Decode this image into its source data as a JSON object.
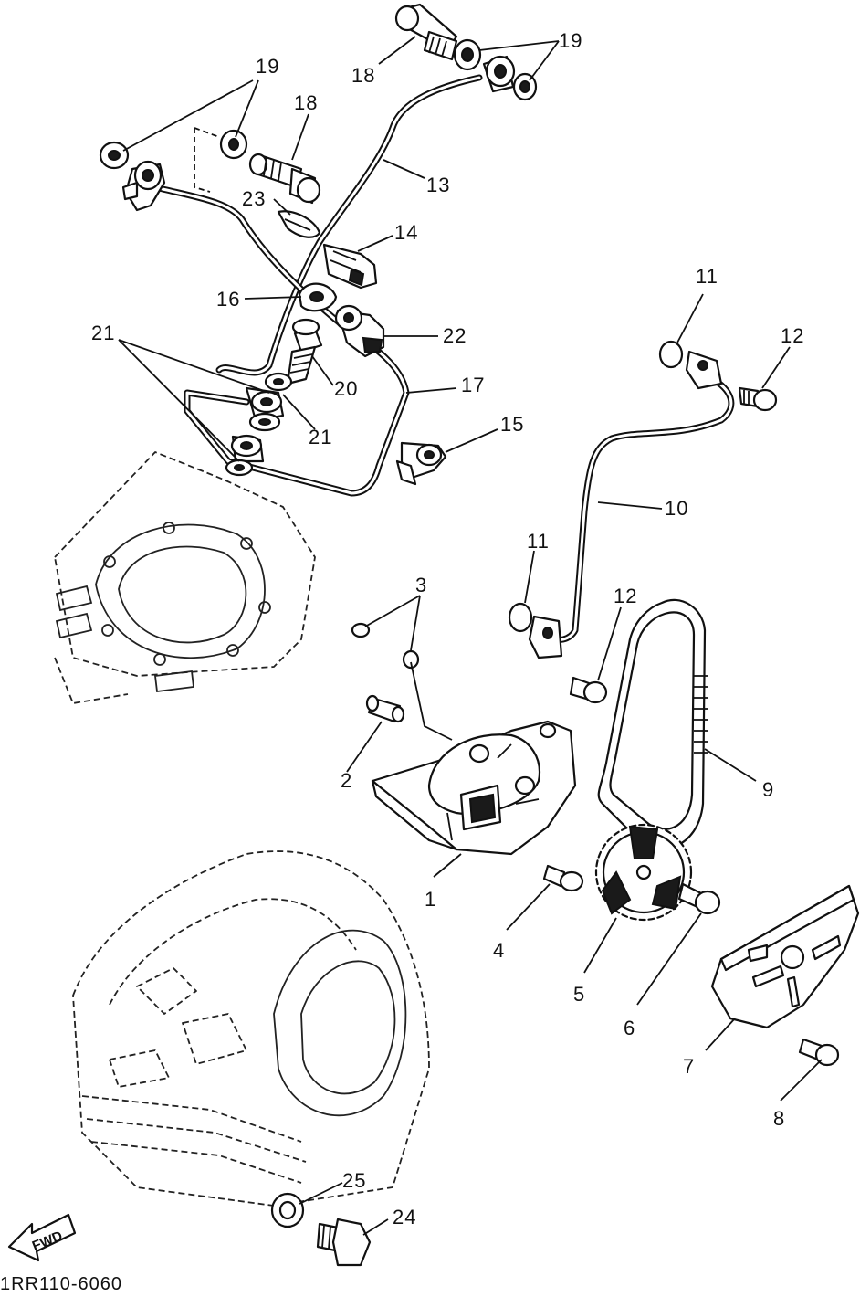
{
  "drawing_code": "1RR110-6060",
  "direction_indicator": "FWD",
  "callouts": {
    "c1": "1",
    "c2": "2",
    "c3": "3",
    "c4": "4",
    "c5": "5",
    "c6": "6",
    "c7": "7",
    "c8": "8",
    "c9": "9",
    "c10": "10",
    "c11a": "11",
    "c11b": "11",
    "c12a": "12",
    "c12b": "12",
    "c13": "13",
    "c14": "14",
    "c15": "15",
    "c16": "16",
    "c17": "17",
    "c18a": "18",
    "c18b": "18",
    "c19a": "19",
    "c19b": "19",
    "c20": "20",
    "c21a": "21",
    "c21b": "21",
    "c22": "22",
    "c23": "23",
    "c24": "24",
    "c25": "25"
  }
}
